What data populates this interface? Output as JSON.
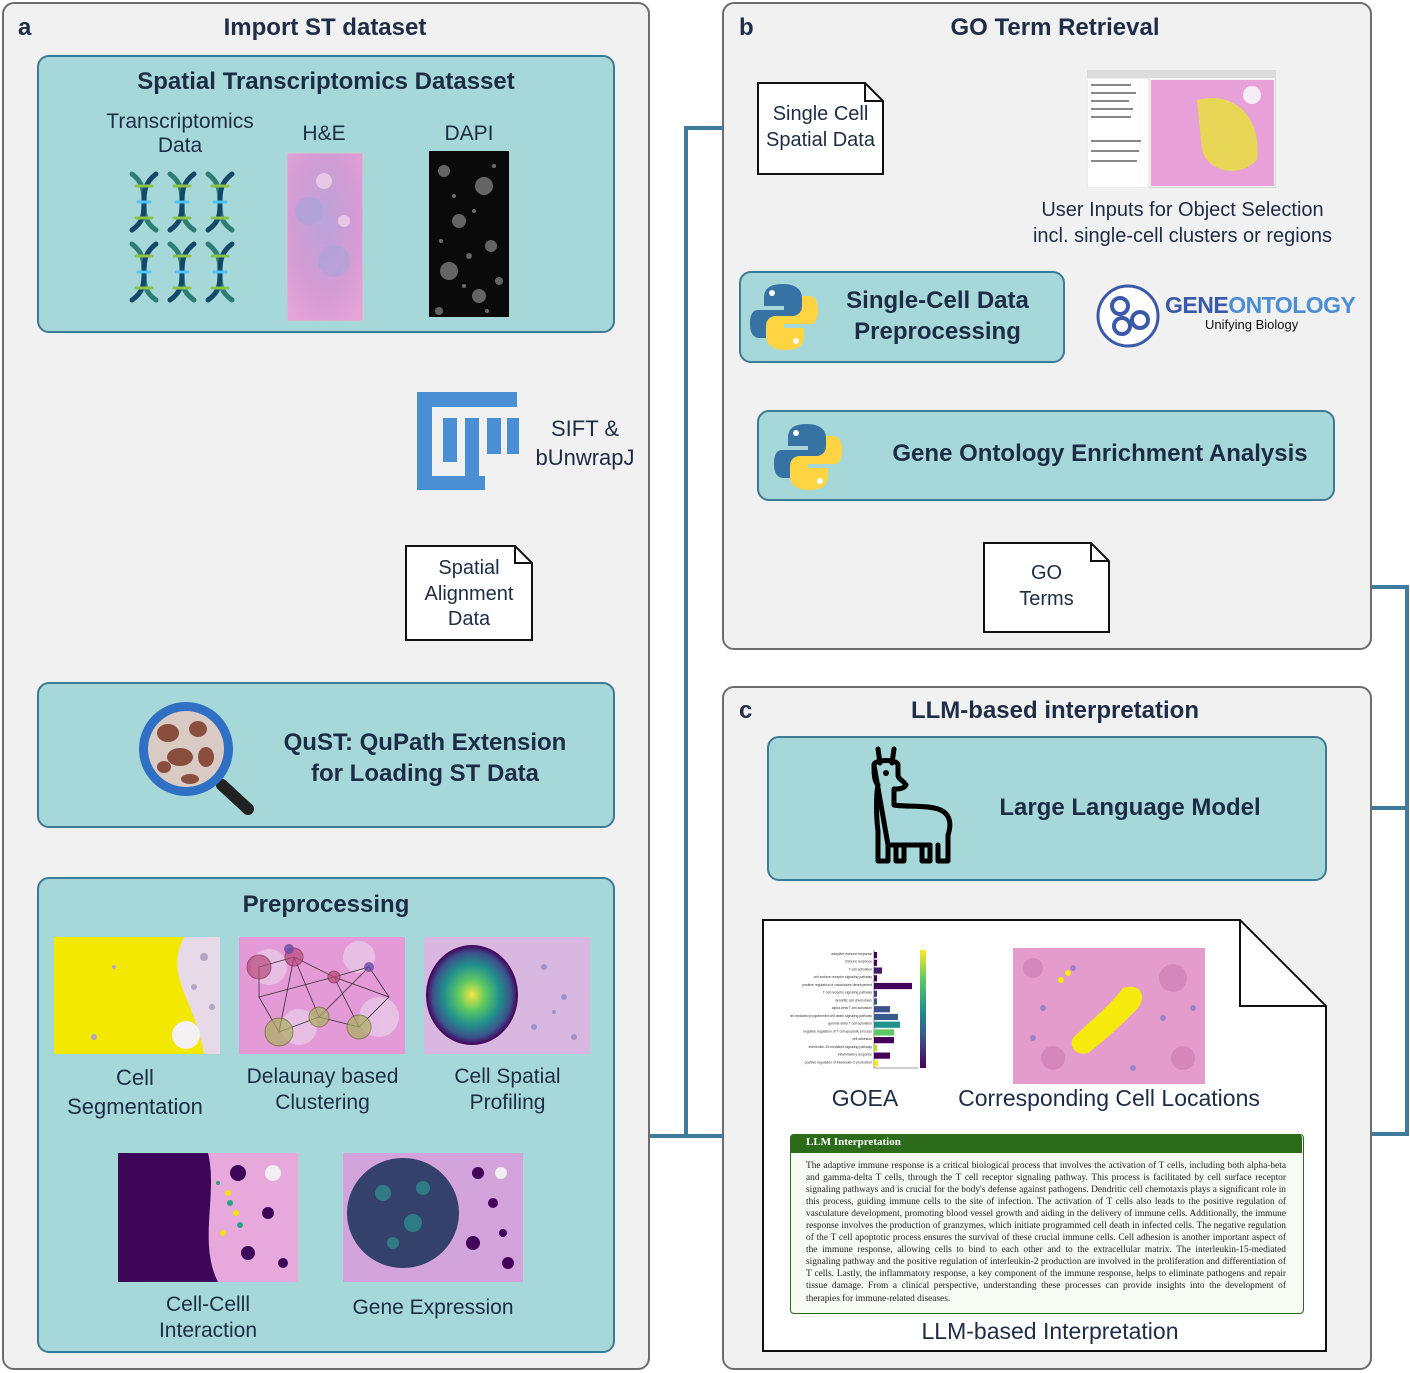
{
  "panel_a": {
    "letter": "a",
    "title": "Import ST dataset",
    "dataset_box": {
      "title": "Spatial Transcriptomics Datasset",
      "transcriptomics_label": "Transcriptomics\nData",
      "he_label": "H&E",
      "dapi_label": "DAPI"
    },
    "registration_label": "SIFT &\nbUnwrapJ",
    "alignment_doc": "Spatial\nAlignment\nData",
    "qust_label": "QuST: QuPath Extension\nfor Loading ST Data",
    "preprocessing": {
      "title": "Preprocessing",
      "items": [
        {
          "label": "Cell\nSegmentation"
        },
        {
          "label": "Delaunay based\nClustering"
        },
        {
          "label": "Cell Spatial\nProfiling"
        },
        {
          "label": "Cell-Celll\nInteraction"
        },
        {
          "label": "Gene Expression"
        }
      ]
    }
  },
  "panel_b": {
    "letter": "b",
    "title": "GO Term Retrieval",
    "single_cell_doc": "Single Cell\nSpatial Data",
    "user_inputs": "User Inputs for Object Selection\nincl. single-cell clusters or regions",
    "preproc_label": "Single-Cell Data\nPreprocessing",
    "geneontology": {
      "gene": "GENE",
      "ontology": "ONTOLOGY",
      "tagline": "Unifying Biology"
    },
    "goea_label": "Gene Ontology Enrichment Analysis",
    "go_terms_doc": "GO\nTerms"
  },
  "panel_c": {
    "letter": "c",
    "title": "LLM-based interpretation",
    "llm_label": "Large Language Model",
    "goea_caption": "GOEA",
    "cell_locations_caption": "Corresponding Cell Locations",
    "interp_header": "LLM Interpretation",
    "interp_text": "The adaptive immune response is a critical biological process that involves the activation of T cells, including both alpha-beta and gamma-delta T cells, through the T cell receptor signaling pathway. This process is facilitated by cell surface receptor signaling pathways and is crucial for the body's defense against pathogens. Dendritic cell chemotaxis plays a significant role in this process, guiding immune cells to the site of infection. The activation of T cells also leads to the positive regulation of vasculature development, promoting blood vessel growth and aiding in the delivery of immune cells. Additionally, the immune response involves the production of granzymes, which initiate programmed cell death in infected cells. The negative regulation of the T cell apoptotic process ensures the survival of these crucial immune cells. Cell adhesion is another important aspect of the immune response, allowing cells to bind to each other and to the extracellular matrix. The interleukin-15-mediated signaling pathway and the positive regulation of interleukin-2 production are involved in the proliferation and differentiation of T cells. Lastly, the inflammatory response, a key component of the immune response, helps to eliminate pathogens and repair tissue damage. From a clinical perspective, understanding these processes can provide insights into the development of therapies for immune-related diseases.",
    "doc_caption": "LLM-based Interpretation",
    "goea_chart_terms": [
      "adaptive immune response",
      "immune response",
      "T cell activation",
      "cell surface receptor signaling pathway",
      "positive regulation of vasculature development",
      "T cell receptor signaling pathway",
      "dendritic cell chemotaxis",
      "alpha-beta T cell activation",
      "granzyme-mediated programmed cell death signaling pathway",
      "gamma-delta T cell activation",
      "negative regulation of T cell apoptotic process",
      "cell adhesion",
      "interleukin-15-mediated signaling pathway",
      "inflammatory response",
      "positive regulation of interleukin-2 production"
    ]
  },
  "colors": {
    "box_fill": "#a7d8d9",
    "box_border": "#3d7a95",
    "arrow": "#3f7b9d",
    "panel_fill": "#f1f1f1",
    "title_text": "#1d2c45",
    "interp_header": "#2c6b1a"
  },
  "icons": [
    "dna-icon",
    "fiji-icon",
    "magnifier-icon",
    "python-icon",
    "geneontology-logo",
    "llama-icon"
  ]
}
